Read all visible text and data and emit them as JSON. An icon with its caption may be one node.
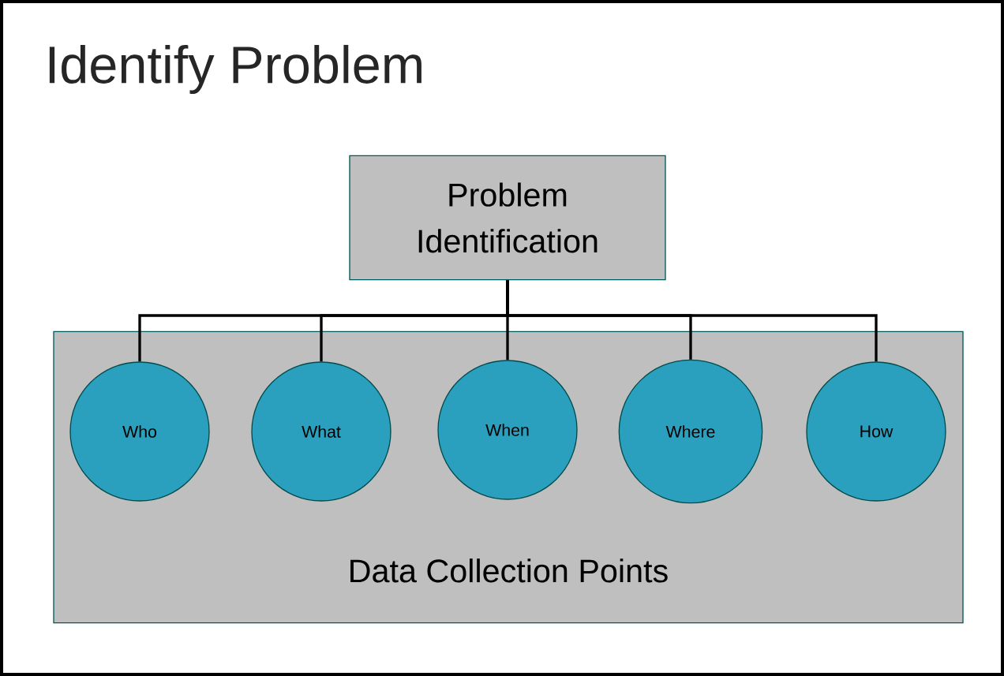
{
  "diagram": {
    "title": "Identify Problem",
    "nodes": [
      {
        "text": [
          "Problem Identification"
        ]
      },
      {
        "text": [
          "Data Collection Points"
        ]
      },
      {
        "text": [
          "Who"
        ],
        "in": 1
      },
      {
        "text": [
          "What"
        ],
        "in": 1
      },
      {
        "text": [
          "When"
        ],
        "in": 1
      },
      {
        "text": [
          "Where"
        ],
        "in": 1
      },
      {
        "text": [
          "How"
        ],
        "in": 1
      }
    ],
    "edges": [
      {
        "from": 0,
        "to": 2,
        "arrow": "none"
      },
      {
        "from": 0,
        "to": 3,
        "arrow": "none"
      },
      {
        "from": 0,
        "to": 4,
        "arrow": "none"
      },
      {
        "from": 0,
        "to": 5,
        "arrow": "none"
      },
      {
        "from": 0,
        "to": 6,
        "arrow": "none"
      }
    ]
  }
}
